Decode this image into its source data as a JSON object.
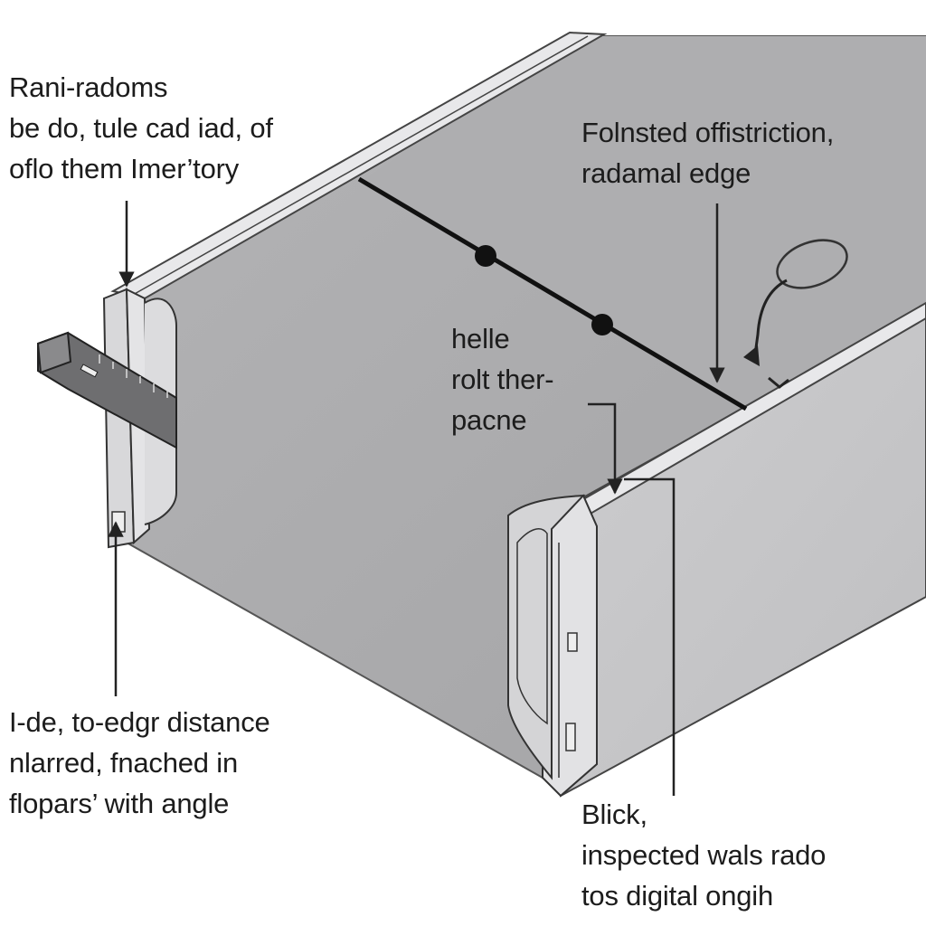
{
  "annotations": {
    "top_left": {
      "lines": [
        "Rani-radoms",
        "be do, tule cad iad, of",
        "oflo them Imer’tory"
      ]
    },
    "top_right": {
      "lines": [
        "Folnsted offistriction,",
        "radamal edge"
      ]
    },
    "center": {
      "lines": [
        "helle",
        "rolt ther-",
        "pacne"
      ]
    },
    "bottom_left": {
      "lines": [
        "I-de, to-edgr distance",
        "nlarred, fnached in",
        "flopars’ with angle"
      ]
    },
    "bottom_right": {
      "lines": [
        "Blick,",
        "inspected wals rado",
        "tos digital ongih"
      ]
    }
  },
  "colors": {
    "panel_face": "#a9a9ab",
    "panel_side": "#c6c6c8",
    "rim_light": "#e6e6e8",
    "outline": "#3a3a3c",
    "arrow": "#222222",
    "measure_line": "#111111"
  },
  "icons": {
    "ruler": "ruler-icon",
    "hook": "hook-icon"
  }
}
